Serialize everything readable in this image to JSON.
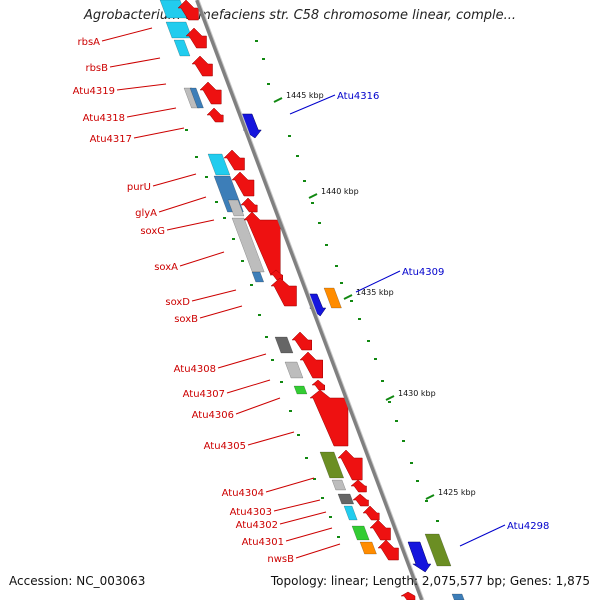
{
  "title": "Agrobacterium tumefaciens str. C58 chromosome linear, comple...",
  "accession": "Accession: NC_003063",
  "stats": "Topology: linear; Length: 2,075,577 bp; Genes: 1,875",
  "colors": {
    "forward": "#ee1111",
    "reverse": "#1515dd",
    "cyan": "#22ccee",
    "steel": "#3d7eb8",
    "lightgray": "#bdbdbd",
    "darkgray": "#666666",
    "green": "#33cc33",
    "olive": "#6b8e23",
    "orange": "#ff8c00",
    "tickgreen": "#118811",
    "backbone": "#808080",
    "leftlabel": "#cc0000",
    "rightlabel": "#0000cc"
  },
  "scale_ticks": [
    {
      "label": "1445 kbp"
    },
    {
      "label": "1440 kbp"
    },
    {
      "label": "1435 kbp"
    },
    {
      "label": "1430 kbp"
    },
    {
      "label": "1425 kbp"
    }
  ],
  "left_labels": [
    {
      "name": "rbsA"
    },
    {
      "name": "rbsB"
    },
    {
      "name": "Atu4319"
    },
    {
      "name": "Atu4318"
    },
    {
      "name": "Atu4317"
    },
    {
      "name": "purU"
    },
    {
      "name": "glyA"
    },
    {
      "name": "soxG"
    },
    {
      "name": "soxA"
    },
    {
      "name": "soxD"
    },
    {
      "name": "soxB"
    },
    {
      "name": "Atu4308"
    },
    {
      "name": "Atu4307"
    },
    {
      "name": "Atu4306"
    },
    {
      "name": "Atu4305"
    },
    {
      "name": "Atu4304"
    },
    {
      "name": "Atu4303"
    },
    {
      "name": "Atu4302"
    },
    {
      "name": "Atu4301"
    },
    {
      "name": "nwsB"
    }
  ],
  "right_labels": [
    {
      "name": "Atu4316"
    },
    {
      "name": "Atu4309"
    },
    {
      "name": "Atu4298"
    }
  ]
}
